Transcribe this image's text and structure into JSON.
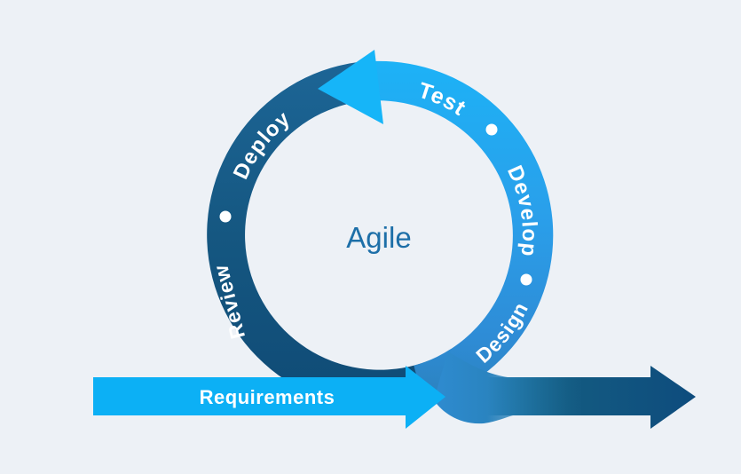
{
  "diagram": {
    "type": "agile-loop-cycle",
    "center_label": "Agile",
    "entry_arrow_label": "Requirements",
    "steps": [
      {
        "label": "Design",
        "segment": "light"
      },
      {
        "label": "Develop",
        "segment": "light"
      },
      {
        "label": "Test",
        "segment": "light"
      },
      {
        "label": "Deploy",
        "segment": "dark"
      },
      {
        "label": "Review",
        "segment": "dark"
      }
    ],
    "separator_dot_count": 3,
    "flow_direction": "counterclockwise",
    "colors": {
      "background": "#edf1f6",
      "entry_arrow_cyan": "#0cb0f5",
      "cycle_arrowhead_cyan": "#16b5f8",
      "light_ring_top": "#1cb3f7",
      "light_ring_bottom": "#2b7fb8",
      "dark_ring_top": "#1d6697",
      "dark_ring_bottom": "#0f4a75",
      "exit_arrow_left": "#1d7298",
      "exit_arrow_right": "#0e4c7d",
      "center_text": "#1d6fa8",
      "label_text": "#ffffff"
    }
  }
}
